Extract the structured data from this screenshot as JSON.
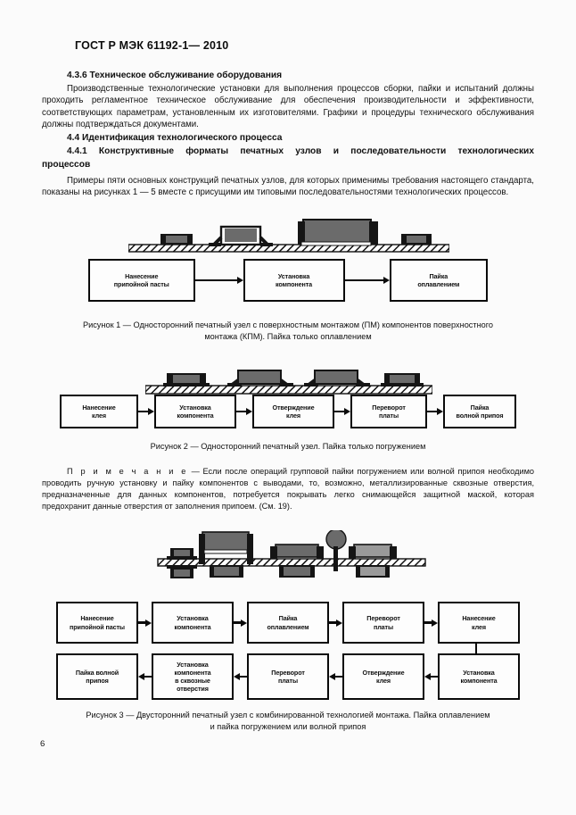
{
  "document": {
    "header": "ГОСТ Р МЭК 61192-1— 2010",
    "page_number": "6"
  },
  "sections": {
    "s436_heading": "4.3.6 Техническое обслуживание оборудования",
    "s436_para": "Производственные технологические установки для выполнения процессов сборки, пайки и испытаний должны проходить регламентное техническое обслуживание для обеспечения производительности и эффективности, соответствующих параметрам, установленным их изготовителями. Графики и процедуры технического обслуживания должны подтверждаться документами.",
    "s44_heading": "4.4 Идентификация технологического процесса",
    "s441_heading": "4.4.1 Конструктивные форматы печатных узлов и последовательности технологических",
    "s441_heading_tail": "процессов",
    "s441_para": "Примеры пяти основных конструкций печатных узлов, для которых применимы требования настоящего стандарта, показаны на рисунках 1 — 5 вместе с присущими им типовыми последовательностями технологических процессов."
  },
  "note": {
    "label": "П р и м е ч а н и е",
    "text": " — Если после операций групповой пайки погружением или волной припоя необходимо проводить ручную установку и пайку компонентов с выводами, то, возможно, металлизированные сквозные отверстия, предназначенные для данных компонентов, потребуется покрывать легко снимающейся защитной маской, которая предохранит данные отверстия от заполнения припоем. (См. 19)."
  },
  "figure1": {
    "caption_line1": "Рисунок 1 — Односторонний  печатный узел с  поверхностным монтажом (ПМ) компонентов поверхностного",
    "caption_line2": "монтажа (КПМ). Пайка только оплавлением",
    "boxes": [
      {
        "line1": "Нанесение",
        "line2": "припойной пасты"
      },
      {
        "line1": "Установка",
        "line2": "компонента"
      },
      {
        "line1": "Пайка",
        "line2": "оплавлением"
      }
    ]
  },
  "figure2": {
    "caption": "Рисунок 2 — Односторонний печатный узел. Пайка только погружением",
    "boxes": [
      {
        "line1": "Нанесение",
        "line2": "клея"
      },
      {
        "line1": "Установка",
        "line2": "компонента"
      },
      {
        "line1": "Отверждение",
        "line2": "клея"
      },
      {
        "line1": "Переворот",
        "line2": "платы"
      },
      {
        "line1": "Пайка",
        "line2": "волной припоя"
      }
    ]
  },
  "figure3": {
    "caption_line1": "Рисунок  3 — Двусторонний печатный узел с комбинированной технологией монтажа. Пайка оплавлением",
    "caption_line2": "и пайка  погружением или волной припоя",
    "row1": [
      {
        "line1": "Нанесение",
        "line2": "припойной пасты"
      },
      {
        "line1": "Установка",
        "line2": "компонента"
      },
      {
        "line1": "Пайка",
        "line2": "оплавлением"
      },
      {
        "line1": "Переворот",
        "line2": "платы"
      },
      {
        "line1": "Нанесение",
        "line2": "клея"
      }
    ],
    "row2": [
      {
        "line1": "Пайка волной",
        "line2": "припоя"
      },
      {
        "line1": "Установка",
        "line2": "компонента",
        "line3": "в сквозные",
        "line4": "отверстия"
      },
      {
        "line1": "Переворот",
        "line2": "платы"
      },
      {
        "line1": "Отверждение",
        "line2": "клея"
      },
      {
        "line1": "Установка",
        "line2": "компонента"
      }
    ]
  },
  "colors": {
    "ink": "#0a0a0a",
    "paper": "#fbfbfb",
    "component_body": "#6b6b6b",
    "component_light": "#9a9a9a",
    "board_fill": "#ffffff"
  }
}
